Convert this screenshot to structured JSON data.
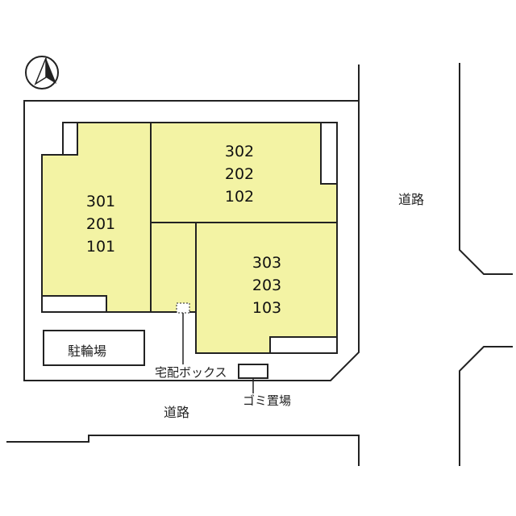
{
  "colors": {
    "building_fill": "#f3f3a4",
    "outline": "#222222",
    "background": "#ffffff"
  },
  "compass": {
    "icon": "north-arrow-icon"
  },
  "buildings": [
    {
      "units": [
        "301",
        "201",
        "101"
      ]
    },
    {
      "units": [
        "302",
        "202",
        "102"
      ]
    },
    {
      "units": [
        "303",
        "203",
        "103"
      ]
    }
  ],
  "labels": {
    "bicycle_parking": "駐輪場",
    "delivery_box": "宅配ボックス",
    "garbage": "ゴミ置場",
    "road_bottom": "道路",
    "road_right": "道路"
  }
}
